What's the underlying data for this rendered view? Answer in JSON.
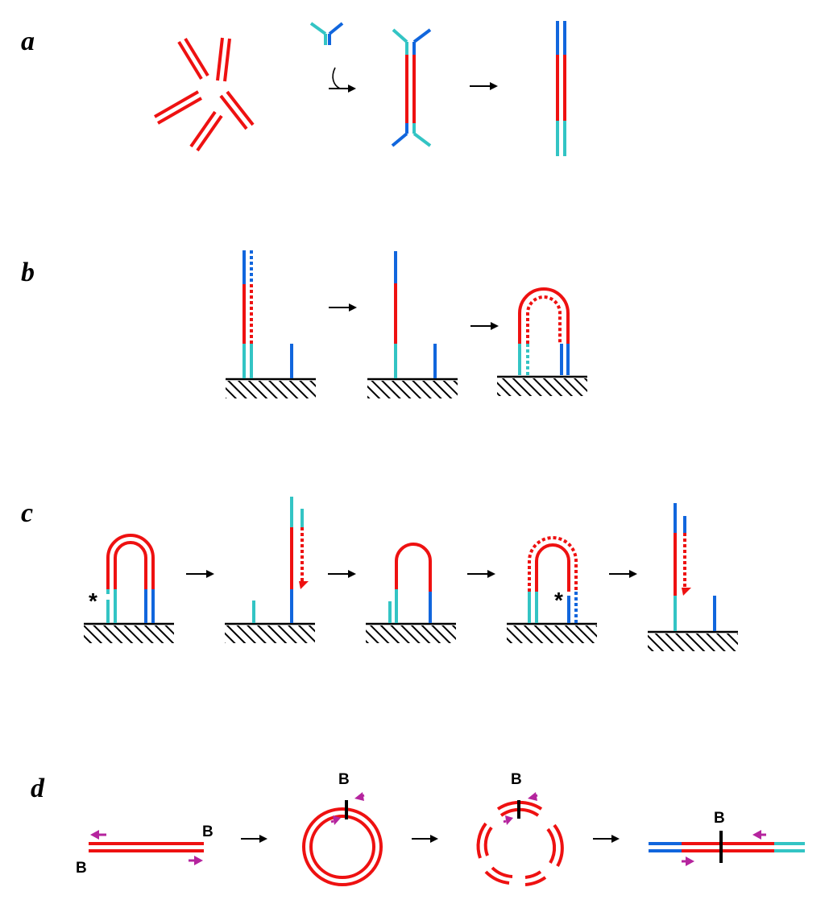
{
  "colors": {
    "red": "#ee1111",
    "blue": "#1166dd",
    "cyan": "#33c4c4",
    "magenta": "#b5249e",
    "black": "#000000"
  },
  "panels": {
    "a": {
      "label": "a"
    },
    "b": {
      "label": "b"
    },
    "c": {
      "label": "c",
      "mark_left": "*",
      "mark_right": "*"
    },
    "d": {
      "label": "d",
      "site": "B"
    }
  }
}
